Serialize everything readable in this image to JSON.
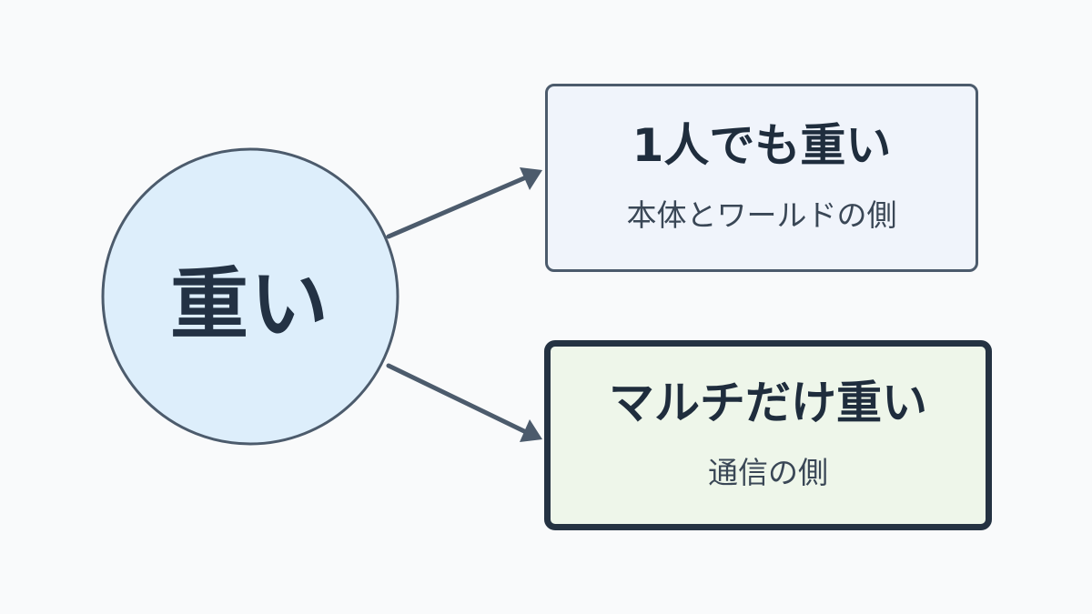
{
  "center": {
    "label": "重い"
  },
  "branches": [
    {
      "title": "1人でも重い",
      "subtitle": "本体とワールドの側"
    },
    {
      "title": "マルチだけ重い",
      "subtitle": "通信の側"
    }
  ],
  "colors": {
    "background": "#f9fafb",
    "center_fill": "#ddeefb",
    "center_stroke": "#4c5b6c",
    "top_box_fill": "#f0f4fb",
    "top_box_border": "#4c5b6c",
    "bottom_box_fill": "#eef6ea",
    "bottom_box_border": "#243242",
    "arrow": "#4c5b6c",
    "text_dark": "#1f2d3d"
  }
}
